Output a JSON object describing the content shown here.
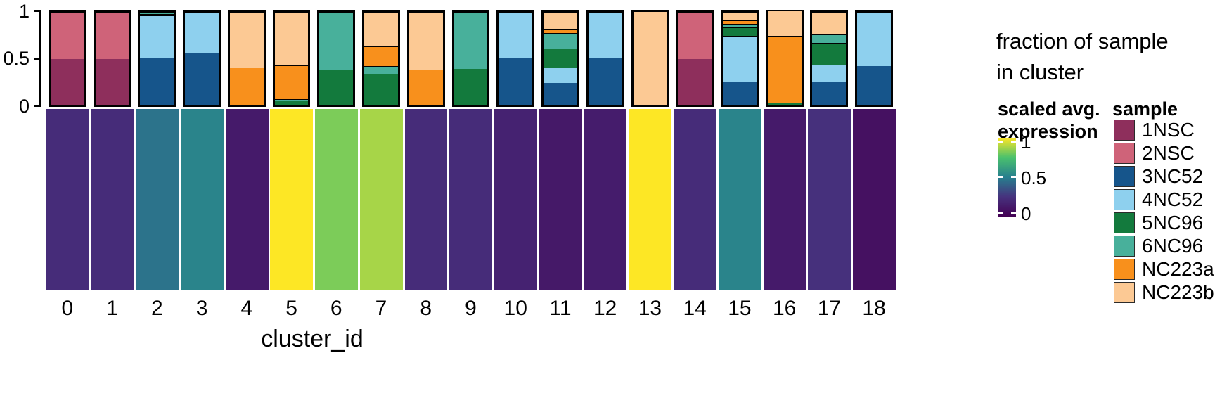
{
  "chart_data": {
    "type": "bar",
    "title": "",
    "xlabel": "cluster_id",
    "ylabel": "fraction of sample in cluster",
    "ylim": [
      0,
      1
    ],
    "grid": false,
    "legend_position": "right",
    "categories": [
      "0",
      "1",
      "2",
      "3",
      "4",
      "5",
      "6",
      "7",
      "8",
      "9",
      "10",
      "11",
      "12",
      "13",
      "14",
      "15",
      "16",
      "17",
      "18"
    ],
    "series": [
      {
        "name": "1NSC",
        "color": "#8e2f5c",
        "values": [
          0.49,
          0.49,
          0.0,
          0.0,
          0.0,
          0.0,
          0.0,
          0.0,
          0.0,
          0.0,
          0.0,
          0.0,
          0.0,
          0.0,
          0.49,
          0.0,
          0.0,
          0.0,
          0.0
        ]
      },
      {
        "name": "2NSC",
        "color": "#cf6379",
        "values": [
          0.51,
          0.51,
          0.0,
          0.0,
          0.0,
          0.0,
          0.0,
          0.0,
          0.0,
          0.0,
          0.0,
          0.0,
          0.0,
          0.0,
          0.51,
          0.0,
          0.0,
          0.0,
          0.0
        ]
      },
      {
        "name": "3NC52",
        "color": "#16558b",
        "values": [
          0.0,
          0.0,
          0.5,
          0.555,
          0.0,
          0.0,
          0.0,
          0.0,
          0.0,
          0.0,
          0.5,
          0.235,
          0.5,
          0.0,
          0.0,
          0.245,
          0.0,
          0.245,
          0.42
        ]
      },
      {
        "name": "4NC52",
        "color": "#8ed0ee",
        "values": [
          0.0,
          0.0,
          0.465,
          0.445,
          0.0,
          0.0,
          0.0,
          0.0,
          0.0,
          0.0,
          0.5,
          0.165,
          0.5,
          0.0,
          0.0,
          0.495,
          0.0,
          0.185,
          0.58
        ]
      },
      {
        "name": "5NC96",
        "color": "#137a3d",
        "values": [
          0.0,
          0.0,
          0.015,
          0.0,
          0.0,
          0.035,
          0.375,
          0.33,
          0.0,
          0.39,
          0.0,
          0.21,
          0.0,
          0.0,
          0.0,
          0.09,
          0.015,
          0.235,
          0.0
        ]
      },
      {
        "name": "6NC96",
        "color": "#48b09b",
        "values": [
          0.0,
          0.0,
          0.02,
          0.0,
          0.0,
          0.025,
          0.625,
          0.085,
          0.0,
          0.61,
          0.0,
          0.165,
          0.0,
          0.0,
          0.0,
          0.045,
          0.0,
          0.095,
          0.0
        ]
      },
      {
        "name": "NC223a",
        "color": "#f8901c",
        "values": [
          0.0,
          0.0,
          0.0,
          0.0,
          0.4,
          0.365,
          0.0,
          0.215,
          0.375,
          0.0,
          0.0,
          0.045,
          0.0,
          0.0,
          0.0,
          0.035,
          0.725,
          0.0,
          0.0
        ]
      },
      {
        "name": "NC223b",
        "color": "#fcc994",
        "values": [
          0.0,
          0.0,
          0.0,
          0.0,
          0.6,
          0.575,
          0.0,
          0.37,
          0.625,
          0.0,
          0.0,
          0.18,
          0.0,
          1.0,
          0.0,
          0.09,
          0.275,
          0.24,
          0.0
        ]
      }
    ],
    "heatmap": {
      "label": "scaled avg. expression",
      "range": [
        0,
        1
      ],
      "colorscale": [
        "#440154",
        "#46327e",
        "#277f8e",
        "#4ac16d",
        "#fde725"
      ],
      "values": [
        0.22,
        0.22,
        0.46,
        0.52,
        0.13,
        1.0,
        0.82,
        0.88,
        0.22,
        0.22,
        0.17,
        0.12,
        0.14,
        1.0,
        0.22,
        0.52,
        0.13,
        0.24,
        0.08
      ],
      "cell_colors": [
        "#472878",
        "#472878",
        "#2f728e",
        "#238a8d",
        "#3f1a55",
        "#f5e box",
        "#7fcd59",
        "#bddf26",
        "#472878",
        "#4b2c7e",
        "#441a68",
        "#3f1255",
        "#431a5e",
        "#fbe61f",
        "#4b3e8e",
        "#2a9087",
        "#461757",
        "#443a83",
        "#3b0f50"
      ]
    },
    "ytick_labels": [
      "0",
      "0.5",
      "1"
    ],
    "ytick_values": [
      0,
      0.5,
      1
    ]
  },
  "axis": {
    "y_ticks": [
      "1",
      "0.5",
      "0"
    ],
    "x_title": "cluster_id",
    "x_ticks": [
      "0",
      "1",
      "2",
      "3",
      "4",
      "5",
      "6",
      "7",
      "8",
      "9",
      "10",
      "11",
      "12",
      "13",
      "14",
      "15",
      "16",
      "17",
      "18"
    ]
  },
  "side_labels": {
    "line1": "fraction of sample",
    "line2": "in cluster"
  },
  "colorbar_legend": {
    "title_line1": "scaled avg.",
    "title_line2": "expression",
    "ticks": [
      "1",
      "0.5",
      "0"
    ]
  },
  "sample_legend": {
    "title": "sample",
    "items": [
      {
        "label": "1NSC",
        "color": "#8e2f5c"
      },
      {
        "label": "2NSC",
        "color": "#cf6379"
      },
      {
        "label": "3NC52",
        "color": "#16558b"
      },
      {
        "label": "4NC52",
        "color": "#8ed0ee"
      },
      {
        "label": "5NC96",
        "color": "#137a3d"
      },
      {
        "label": "6NC96",
        "color": "#48b09b"
      },
      {
        "label": "NC223a",
        "color": "#f8901c"
      },
      {
        "label": "NC223b",
        "color": "#fcc994"
      }
    ]
  }
}
